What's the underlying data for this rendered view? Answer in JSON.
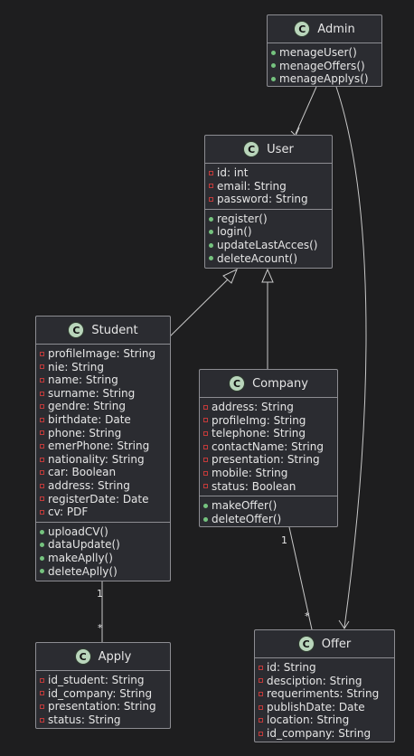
{
  "classes": {
    "admin": {
      "stereotype": "C",
      "name": "Admin",
      "attributes": [],
      "methods": [
        "menageUser()",
        "menageOffers()",
        "menageApplys()"
      ]
    },
    "user": {
      "stereotype": "C",
      "name": "User",
      "attributes": [
        "id: int",
        "email: String",
        "password: String"
      ],
      "methods": [
        "register()",
        "login()",
        "updateLastAcces()",
        "deleteAcount()"
      ]
    },
    "student": {
      "stereotype": "C",
      "name": "Student",
      "attributes": [
        "profileImage: String",
        "nie: String",
        "name: String",
        "surname: String",
        "gendre: String",
        "birthdate: Date",
        "phone: String",
        "emerPhone: String",
        "nationality: String",
        "car: Boolean",
        "address: String",
        "registerDate: Date",
        "cv: PDF"
      ],
      "methods": [
        "uploadCV()",
        "dataUpdate()",
        "makeAplly()",
        "deleteAplly()"
      ]
    },
    "company": {
      "stereotype": "C",
      "name": "Company",
      "attributes": [
        "address: String",
        "profileImg: String",
        "telephone: String",
        "contactName: String",
        "presentation: String",
        "mobile: String",
        "status: Boolean"
      ],
      "methods": [
        "makeOffer()",
        "deleteOffer()"
      ]
    },
    "apply": {
      "stereotype": "C",
      "name": "Apply",
      "attributes": [
        "id_student: String",
        "id_company: String",
        "presentation: String",
        "status: String"
      ],
      "methods": []
    },
    "offer": {
      "stereotype": "C",
      "name": "Offer",
      "attributes": [
        "id: String",
        "desciption: String",
        "requeriments: String",
        "publishDate: Date",
        "location: String",
        "id_company: String"
      ],
      "methods": []
    }
  },
  "multiplicities": {
    "student_apply_source": "1",
    "student_apply_target": "*",
    "company_offer_source": "1",
    "company_offer_target": "*"
  },
  "colors": {
    "background": "#1e1e1f",
    "class_fill": "#2b2c31",
    "border": "#8d8d92",
    "badge": "#b9d5bb",
    "private_marker": "#c23a3a",
    "public_marker": "#75c37f",
    "line": "#c8c8c8"
  }
}
